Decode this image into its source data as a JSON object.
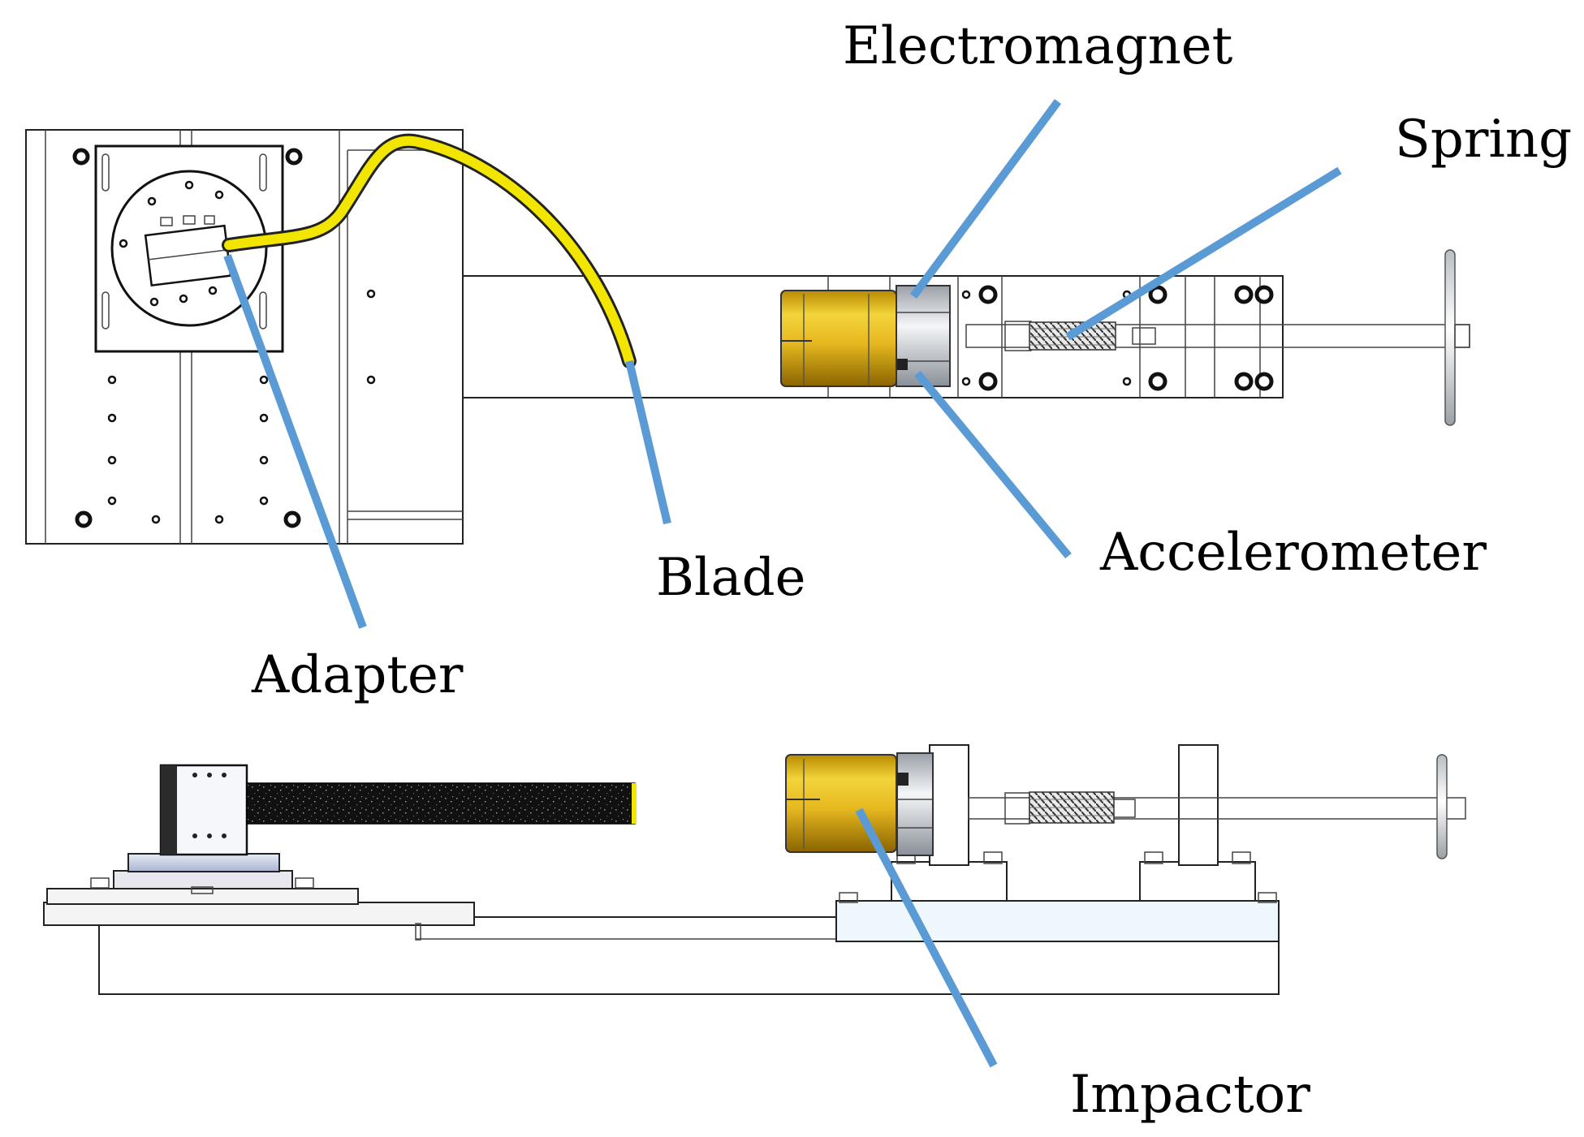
{
  "labels": {
    "electromagnet": "Electromagnet",
    "spring": "Spring",
    "blade": "Blade",
    "accelerometer": "Accelerometer",
    "adapter": "Adapter",
    "impactor": "Impactor"
  },
  "colors": {
    "leader_lines": "#5b9bd5",
    "blade": "#f2e600",
    "impactor": "#d9b21a",
    "base_tint": "#eef7fb",
    "outline": "#222222"
  }
}
